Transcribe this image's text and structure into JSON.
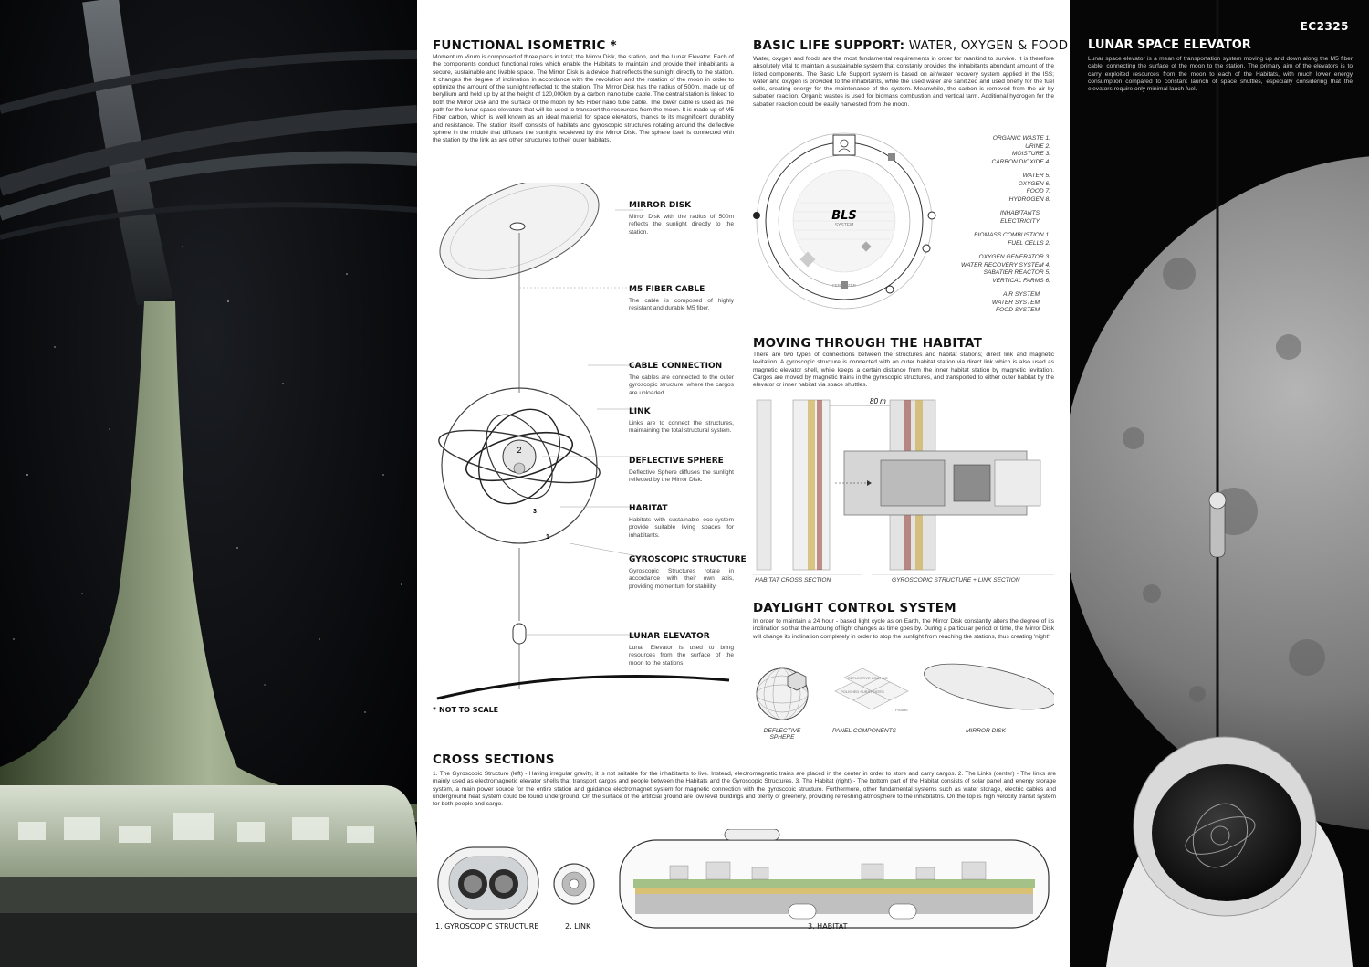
{
  "poster_code": "EC2325",
  "functional": {
    "title": "FUNCTIONAL ISOMETRIC *",
    "body": "Momentum Virum is composed of three parts in total; the Mirror Disk, the station, and the Lunar Elevator. Each of the components conduct functional roles which enable the Habitats to maintain and provide their inhabitants a secure, sustainable and livable space. The Mirror Disk is a device that reflects the sunlight directly to the station. It changes the degree of inclination in accordance with the revolution and the rotation of the moon in order to optimize the amount of the sunlight reflected to the station. The Mirror Disk has the radius of 500m, made up of beryllium and held up by at the height of 120,000km by a carbon nano tube cable. The central station is linked to both the Mirror Disk and the surface of the moon by M5 Fiber nano tube cable. The lower cable is used as the path for the lunar space elevators that will be used to transport the resources from the moon. It is made up of M5 Fiber carbon, which is well known as an ideal material for space elevators, thanks to its magnificent durability and resistance. The station itself consists of habitats and gyroscopic structures rotating around the deflective sphere in the middle that diffuses the sunlight receieved by the Mirror Disk. The sphere itself is connected with the station by the link as are other structures to their outer habitats.",
    "components": [
      {
        "title": "MIRROR DISK",
        "desc": "Mirror Disk with the radius of 500m reflects the sunlight directly to the station."
      },
      {
        "title": "M5 FIBER CABLE",
        "desc": "The cable is composed of highly resistant and durable M5 fiber."
      },
      {
        "title": "CABLE CONNECTION",
        "desc": "The cables are connected to the outer gyroscopic structure, where the cargos are unloaded."
      },
      {
        "title": "LINK",
        "desc": "Links are to connect the structures, maintaining the total structural system."
      },
      {
        "title": "DEFLECTIVE SPHERE",
        "desc": "Deflective Sphere diffuses the sunlight relfected by the Mirror Disk."
      },
      {
        "title": "HABITAT",
        "desc": "Habitats with sustainable eco-system provide suitable living spaces for inhabitants."
      },
      {
        "title": "GYROSCOPIC STRUCTURE",
        "desc": "Gyroscopic Structures rotate in accordance with their own axis, providing momentum for stability."
      },
      {
        "title": "LUNAR ELEVATOR",
        "desc": "Lunar Elevator is used to bring resources from the surface of the moon to the stations."
      }
    ],
    "num_1": "1",
    "num_2": "2",
    "num_3": "3",
    "note": "* NOT TO SCALE"
  },
  "bls": {
    "title_bold": "BASIC LIFE SUPPORT:",
    "title_light": " WATER, OXYGEN & FOOD",
    "body": "Water, oxygen and foods are the most fundamental requirements in order for mankind to survive. It is therefore absolutely vital to maintain a sustainable system that constanly provides the inhabitants abundant amount of the listed components. The Basic Life Support system is based on air/water recovery system applied in the ISS; water and oxygen is provided to the inhabitants, while the used water are sanitized and used briefly for the fuel cells, creating energy for the maintenance of the system. Meanwhile, the carbon is removed from the air by sabatier reaction. Organic wastes is used for biomass combustion and vertical farm. Additional hydrogen for the sabatier reaction could be easily harvested from the moon.",
    "center_label": "BLS",
    "center_sub": "SYSTEM",
    "ring_fertilizer": "FERTILIZER",
    "legend_group1": [
      "ORGANIC WASTE 1.",
      "URINE 2.",
      "MOISTURE 3.",
      "CARBON DIOXIDE 4."
    ],
    "legend_group2": [
      "WATER 5.",
      "OXYGEN 6.",
      "FOOD 7.",
      "HYDROGEN 8."
    ],
    "legend_group3": [
      "INHABITANTS",
      "ELECTRICITY"
    ],
    "legend_group4": [
      "BIOMASS COMBUSTION 1.",
      "FUEL CELLS 2."
    ],
    "legend_group5": [
      "OXYGEN GENERATOR 3.",
      "WATER RECOVERY SYSTEM 4.",
      "SABATIER REACTOR 5.",
      "VERTICAL FARMS 6."
    ],
    "legend_group6": [
      "AIR SYSTEM",
      "WATER SYSTEM",
      "FOOD SYSTEM"
    ]
  },
  "moving": {
    "title": "MOVING THROUGH THE HABITAT",
    "body": "There are two types of connections between the structures and habitat stations; direct link and magnetic levitation. A gyroscopic structure is connected with an outer habitat station via direct link which is also used as magnetic elevator shell, while keeps a certain distance from the inner habitat station by magnetic levitation. Cargos are moved by magnetic trains in the gyroscopic structures, and transported to either outer habitat by the elevator or inner habitat via space shuttles.",
    "dim": "80 m",
    "cap_left": "HABITAT CROSS SECTION",
    "cap_right": "GYROSCOPIC STRUCTURE + LINK SECTION"
  },
  "daylight": {
    "title": "DAYLIGHT CONTROL SYSTEM",
    "body": "In order to maintain a 24 hour - based light cycle as on Earth, the Mirror Disk constantly alters the degree of its inclination so that the amoung of light changes as time goes by. During a particular period of time, the Mirror Disk will change its inclination completely in order to stop the sunlight from reaching the stations, thus creating 'night'.",
    "cap_sphere": "DEFLECTIVE SPHERE",
    "cap_panel": "PANEL COMPONENTS",
    "cap_mirror": "MIRROR DISK",
    "panel_l1": "REFLECTIVE COATING",
    "panel_l2": "POLISHED SUBSTRATES",
    "panel_l3": "FRAME"
  },
  "cross": {
    "title": "CROSS SECTIONS",
    "body": "1. The Gyroscopic Structure (left) - Having irregular gravity, it is not suitable for the inhabitants to live. Instead, electromagnetic trains are placed in the center in order to store and carry cargos. 2. The Links (center) - The links are mainly used as electromagnetic elevator shells that transport cargos and people between the Habitats and the Gyroscopic Structures. 3. The Habitat (right) - The bottom part of the Habitat consists of solar panel and energy storage system, a main power source for the entire station and guidance electromagnet system for magnetic connection with the gyroscopic structure. Furthermore, other fundamental systems such as water storage, electric cables and underground heat system could be found underground. On the surface of the artificial ground are low level buildings and plenty of greenery, providing refreshing atmosphere to the inhabitatns. On the top is high velocity transit system for both people and cargo.",
    "cap1": "1. GYROSCOPIC STRUCTURE",
    "cap2": "2. LINK",
    "cap3": "3. HABITAT"
  },
  "lunar": {
    "title": "LUNAR SPACE ELEVATOR",
    "body": "Lunar space elevator is a mean of transportation system moving up and down along the M5 fiber cable, connecting the surface of the moon to the station. The primary aim of the elevators is to carry exploited resources from the moon to each of the Habitats, with much lower energy consumption compared to constant launch of space shuttles, especially considering that the elevators require only minimal lauch fuel."
  }
}
